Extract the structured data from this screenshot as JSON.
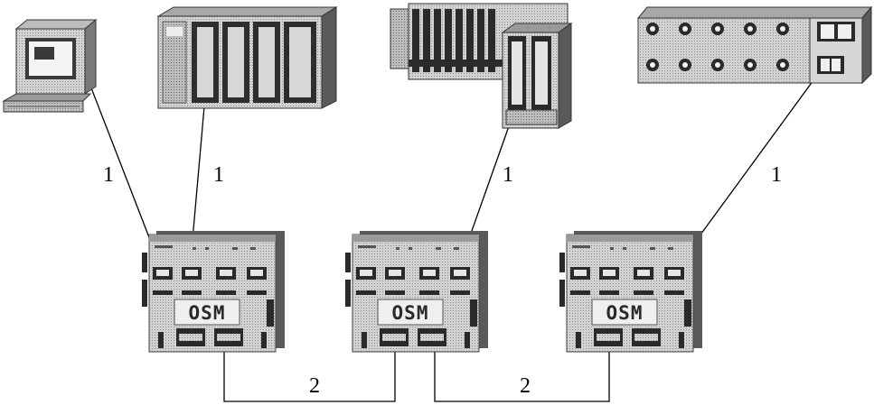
{
  "devices": [
    {
      "id": "pc",
      "icon": "computer-icon"
    },
    {
      "id": "plc-rack",
      "icon": "plc-rack-icon"
    },
    {
      "id": "io-station",
      "icon": "distributed-io-icon"
    },
    {
      "id": "switch-panel",
      "icon": "interface-module-icon"
    }
  ],
  "osm_modules": [
    {
      "label": "OSM"
    },
    {
      "label": "OSM"
    },
    {
      "label": "OSM"
    }
  ],
  "connections": {
    "type1_label": "1",
    "type2_label": "2"
  },
  "colors": {
    "line": "#000000",
    "device_fill": "#c8c8c8",
    "device_dark": "#3a3a3a",
    "label_panel": "#ececec"
  }
}
